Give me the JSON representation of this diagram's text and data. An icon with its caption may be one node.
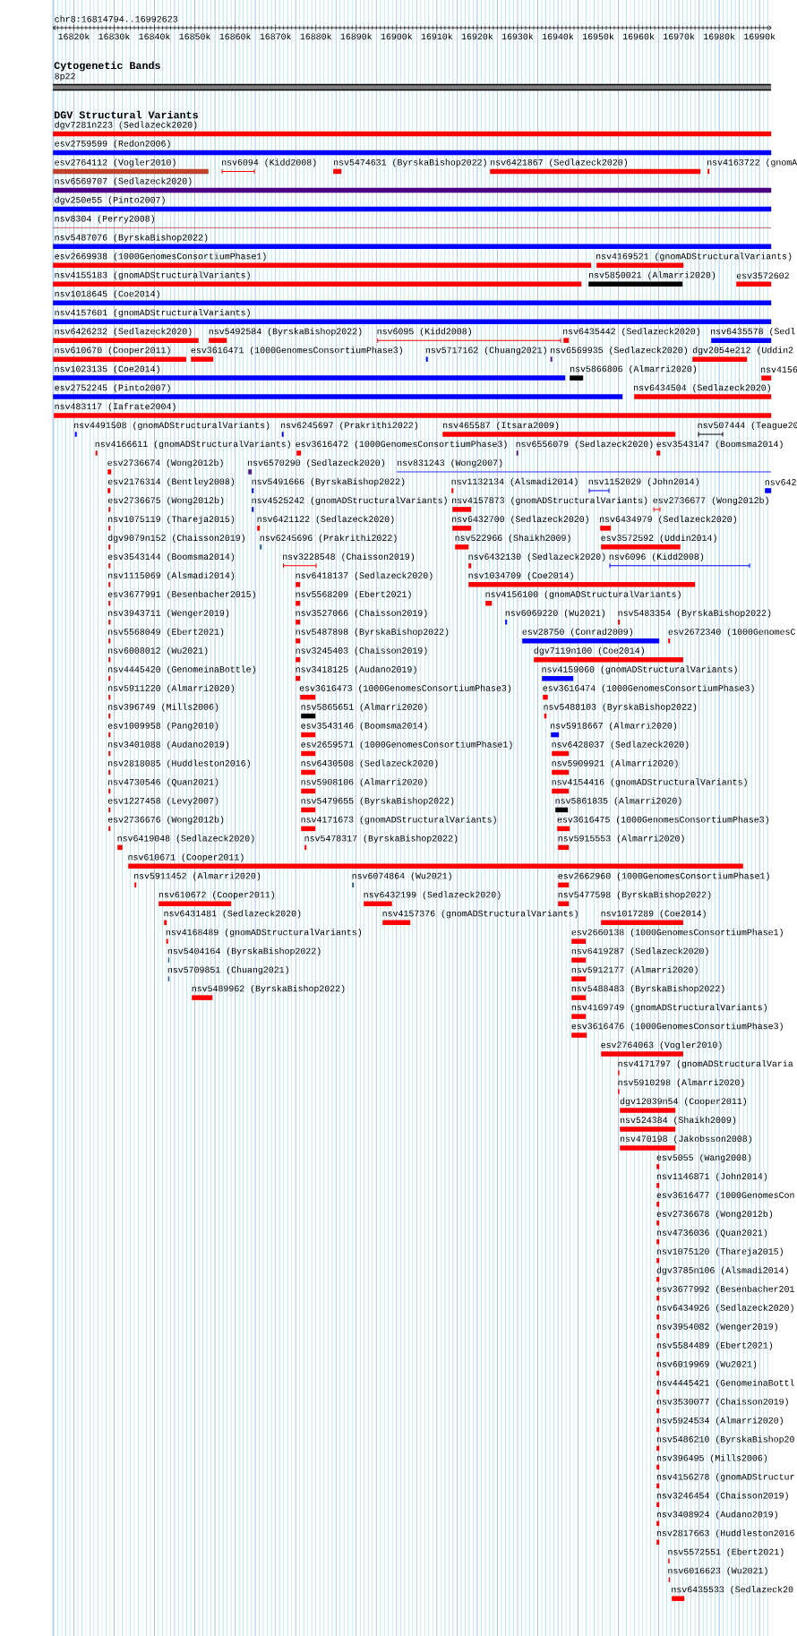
{
  "diagram": {
    "nodes": [
      {
        "text": [],
        "shape": "bar",
        "beside": [
          "8p22"
        ]
      },
      {
        "text": [],
        "shape": "bar",
        "beside": [
          "dgv7281n223 (Sedlazeck2020)"
        ]
      },
      {
        "text": [],
        "shape": "bar",
        "beside": [
          "esv2759599 (Redon2006)"
        ]
      },
      {
        "text": [],
        "shape": "bar",
        "beside": [
          "esv2764112 (Vogler2010)"
        ]
      },
      {
        "text": [],
        "shape": "bar",
        "beside": [
          "nsv6094 (Kidd2008)"
        ]
      },
      {
        "text": [],
        "shape": "bar",
        "beside": [
          "nsv5474631 (ByrskaBishop2022)"
        ]
      },
      {
        "text": [],
        "shape": "bar",
        "beside": [
          "nsv6421867 (Sedlazeck2020)"
        ]
      },
      {
        "text": [],
        "shape": "bar",
        "beside": [
          "nsv4163722 (gnomA"
        ]
      },
      {
        "text": [],
        "shape": "bar",
        "beside": [
          "nsv6569707 (Sedlazeck2020)"
        ]
      },
      {
        "text": [],
        "shape": "bar",
        "beside": [
          "dgv250e55 (Pinto2007)"
        ]
      },
      {
        "text": [],
        "shape": "bar",
        "beside": [
          "nsv8304 (Perry2008)"
        ]
      },
      {
        "text": [],
        "shape": "bar",
        "beside": [
          "nsv5487076 (ByrskaBishop2022)"
        ]
      },
      {
        "text": [],
        "shape": "bar",
        "beside": [
          "esv2669938 (1000GenomesConsortiumPhase1)"
        ]
      },
      {
        "text": [],
        "shape": "bar",
        "beside": [
          "nsv4169521 (gnomADStructuralVariants)"
        ]
      },
      {
        "text": [],
        "shape": "bar",
        "beside": [
          "nsv4155183 (gnomADStructuralVariants)"
        ]
      },
      {
        "text": [],
        "shape": "bar",
        "beside": [
          "nsv5850021 (Almarri2020)"
        ]
      },
      {
        "text": [],
        "shape": "bar",
        "beside": [
          "esv3572602"
        ]
      },
      {
        "text": [],
        "shape": "bar",
        "beside": [
          "nsv1018645 (Coe2014)"
        ]
      },
      {
        "text": [],
        "shape": "bar",
        "beside": [
          "nsv4157601 (gnomADStructuralVariants)"
        ]
      },
      {
        "text": [],
        "shape": "bar",
        "beside": [
          "nsv6426232 (Sedlazeck2020)"
        ]
      },
      {
        "text": [],
        "shape": "bar",
        "beside": [
          "nsv5492584 (ByrskaBishop2022)"
        ]
      },
      {
        "text": [],
        "shape": "bar",
        "beside": [
          "nsv6095 (Kidd2008)"
        ]
      },
      {
        "text": [],
        "shape": "bar",
        "beside": [
          "nsv6435442 (Sedlazeck2020)"
        ]
      },
      {
        "text": [],
        "shape": "bar",
        "beside": [
          "nsv6435578 (Sedl"
        ]
      },
      {
        "text": [],
        "shape": "bar",
        "beside": [
          "nsv610670 (Cooper2011)"
        ]
      },
      {
        "text": [],
        "shape": "bar",
        "beside": [
          "esv3616471 (1000GenomesConsortiumPhase3)"
        ]
      },
      {
        "text": [],
        "shape": "bar",
        "beside": [
          "nsv5717162 (Chuang2021)"
        ]
      },
      {
        "text": [],
        "shape": "bar",
        "beside": [
          "nsv6569935 (Sedlazeck2020)"
        ]
      },
      {
        "text": [],
        "shape": "bar",
        "beside": [
          "dgv2054e212 (Uddin2"
        ]
      },
      {
        "text": [],
        "shape": "bar",
        "beside": [
          "nsv1023135 (Coe2014)"
        ]
      },
      {
        "text": [],
        "shape": "bar",
        "beside": [
          "nsv5866806 (Almarri2020)"
        ]
      },
      {
        "text": [],
        "shape": "bar",
        "beside": [
          "nsv4156"
        ]
      },
      {
        "text": [],
        "shape": "bar",
        "beside": [
          "esv2752245 (Pinto2007)"
        ]
      },
      {
        "text": [],
        "shape": "bar",
        "beside": [
          "nsv6434504 (Sedlazeck2020)"
        ]
      },
      {
        "text": [],
        "shape": "bar",
        "beside": [
          "nsv483117 (Iafrate2004)"
        ]
      },
      {
        "text": [],
        "shape": "bar",
        "beside": [
          "nsv4491508 (gnomADStructuralVariants)"
        ]
      },
      {
        "text": [],
        "shape": "bar",
        "beside": [
          "nsv6245697 (Prakrithi2022)"
        ]
      },
      {
        "text": [],
        "shape": "bar",
        "beside": [
          "nsv465587 (Itsara2009)"
        ]
      },
      {
        "text": [],
        "shape": "bar",
        "beside": [
          "nsv507444 (Teague20"
        ]
      },
      {
        "text": [],
        "shape": "bar",
        "beside": [
          "nsv4166611 (gnomADStructuralVariants)"
        ]
      },
      {
        "text": [],
        "shape": "bar",
        "beside": [
          "esv3616472 (1000GenomesConsortiumPhase3)"
        ]
      },
      {
        "text": [],
        "shape": "bar",
        "beside": [
          "nsv6556079 (Sedlazeck2020)"
        ]
      },
      {
        "text": [],
        "shape": "bar",
        "beside": [
          "esv3543147 (Boomsma2014)"
        ]
      },
      {
        "text": [],
        "shape": "bar",
        "beside": [
          "esv2736674 (Wong2012b)"
        ]
      },
      {
        "text": [],
        "shape": "bar",
        "beside": [
          "nsv6570290 (Sedlazeck2020)"
        ]
      },
      {
        "text": [],
        "shape": "bar",
        "beside": [
          "nsv831243 (Wong2007)"
        ]
      },
      {
        "text": [],
        "shape": "bar",
        "beside": [
          "esv2176314 (Bentley2008)"
        ]
      },
      {
        "text": [],
        "shape": "bar",
        "beside": [
          "nsv5491666 (ByrskaBishop2022)"
        ]
      },
      {
        "text": [],
        "shape": "bar",
        "beside": [
          "nsv1132134 (Alsmadi2014)"
        ]
      },
      {
        "text": [],
        "shape": "bar",
        "beside": [
          "nsv1152029 (John2014)"
        ]
      },
      {
        "text": [],
        "shape": "bar",
        "beside": [
          "nsv642"
        ]
      },
      {
        "text": [],
        "shape": "bar",
        "beside": [
          "esv2736675 (Wong2012b)"
        ]
      },
      {
        "text": [],
        "shape": "bar",
        "beside": [
          "nsv4525242 (gnomADStructuralVariants)"
        ]
      },
      {
        "text": [],
        "shape": "bar",
        "beside": [
          "nsv4157873 (gnomADStructuralVariants)"
        ]
      },
      {
        "text": [],
        "shape": "bar",
        "beside": [
          "esv2736677 (Wong2012b)"
        ]
      },
      {
        "text": [],
        "shape": "bar",
        "beside": [
          "nsv1075119 (Thareja2015)"
        ]
      },
      {
        "text": [],
        "shape": "bar",
        "beside": [
          "nsv6421122 (Sedlazeck2020)"
        ]
      },
      {
        "text": [],
        "shape": "bar",
        "beside": [
          "nsv6432700 (Sedlazeck2020)"
        ]
      },
      {
        "text": [],
        "shape": "bar",
        "beside": [
          "nsv6434979 (Sedlazeck2020)"
        ]
      },
      {
        "text": [],
        "shape": "bar",
        "beside": [
          "dgv9079n152 (Chaisson2019)"
        ]
      },
      {
        "text": [],
        "shape": "bar",
        "beside": [
          "nsv6245696 (Prakrithi2022)"
        ]
      },
      {
        "text": [],
        "shape": "bar",
        "beside": [
          "nsv522966 (Shaikh2009)"
        ]
      },
      {
        "text": [],
        "shape": "bar",
        "beside": [
          "esv3572592 (Uddin2014)"
        ]
      },
      {
        "text": [],
        "shape": "bar",
        "beside": [
          "esv3543144 (Boomsma2014)"
        ]
      },
      {
        "text": [],
        "shape": "bar",
        "beside": [
          "nsv3228548 (Chaisson2019)"
        ]
      },
      {
        "text": [],
        "shape": "bar",
        "beside": [
          "nsv6432130 (Sedlazeck2020)"
        ]
      },
      {
        "text": [],
        "shape": "bar",
        "beside": [
          "nsv6096 (Kidd2008)"
        ]
      },
      {
        "text": [],
        "shape": "bar",
        "beside": [
          "nsv1115069 (Alsmadi2014)"
        ]
      },
      {
        "text": [],
        "shape": "bar",
        "beside": [
          "nsv6418137 (Sedlazeck2020)"
        ]
      },
      {
        "text": [],
        "shape": "bar",
        "beside": [
          "nsv1034709 (Coe2014)"
        ]
      },
      {
        "text": [],
        "shape": "bar",
        "beside": [
          "esv3677991 (Besenbacher2015)"
        ]
      },
      {
        "text": [],
        "shape": "bar",
        "beside": [
          "nsv5568209 (Ebert2021)"
        ]
      },
      {
        "text": [],
        "shape": "bar",
        "beside": [
          "nsv4156100 (gnomADStructuralVariants)"
        ]
      },
      {
        "text": [],
        "shape": "bar",
        "beside": [
          "nsv3943711 (Wenger2019)"
        ]
      },
      {
        "text": [],
        "shape": "bar",
        "beside": [
          "nsv3527066 (Chaisson2019)"
        ]
      },
      {
        "text": [],
        "shape": "bar",
        "beside": [
          "nsv6069220 (Wu2021)"
        ]
      },
      {
        "text": [],
        "shape": "bar",
        "beside": [
          "nsv5483354 (ByrskaBishop2022)"
        ]
      },
      {
        "text": [],
        "shape": "bar",
        "beside": [
          "nsv5568049 (Ebert2021)"
        ]
      },
      {
        "text": [],
        "shape": "bar",
        "beside": [
          "nsv5487898 (ByrskaBishop2022)"
        ]
      },
      {
        "text": [],
        "shape": "bar",
        "beside": [
          "esv28750 (Conrad2009)"
        ]
      },
      {
        "text": [],
        "shape": "bar",
        "beside": [
          "esv2672340 (1000GenomesC"
        ]
      },
      {
        "text": [],
        "shape": "bar",
        "beside": [
          "nsv6008012 (Wu2021)"
        ]
      },
      {
        "text": [],
        "shape": "bar",
        "beside": [
          "nsv3245403 (Chaisson2019)"
        ]
      },
      {
        "text": [],
        "shape": "bar",
        "beside": [
          "dgv7119n100 (Coe2014)"
        ]
      },
      {
        "text": [],
        "shape": "bar",
        "beside": [
          "nsv4445420 (GenomeinaBottle)"
        ]
      },
      {
        "text": [],
        "shape": "bar",
        "beside": [
          "nsv3418125 (Audano2019)"
        ]
      },
      {
        "text": [],
        "shape": "bar",
        "beside": [
          "nsv4159060 (gnomADStructuralVariants)"
        ]
      },
      {
        "text": [],
        "shape": "bar",
        "beside": [
          "nsv5911220 (Almarri2020)"
        ]
      },
      {
        "text": [],
        "shape": "bar",
        "beside": [
          "esv3616473 (1000GenomesConsortiumPhase3)"
        ]
      },
      {
        "text": [],
        "shape": "bar",
        "beside": [
          "esv3616474 (1000GenomesConsortiumPhase3)"
        ]
      },
      {
        "text": [],
        "shape": "bar",
        "beside": [
          "nsv396749 (Mills2006)"
        ]
      },
      {
        "text": [],
        "shape": "bar",
        "beside": [
          "nsv5865651 (Almarri2020)"
        ]
      },
      {
        "text": [],
        "shape": "bar",
        "beside": [
          "nsv5488103 (ByrskaBishop2022)"
        ]
      },
      {
        "text": [],
        "shape": "bar",
        "beside": [
          "esv1009958 (Pang2010)"
        ]
      },
      {
        "text": [],
        "shape": "bar",
        "beside": [
          "esv3543146 (Boomsma2014)"
        ]
      },
      {
        "text": [],
        "shape": "bar",
        "beside": [
          "nsv5918667 (Almarri2020)"
        ]
      },
      {
        "text": [],
        "shape": "bar",
        "beside": [
          "nsv3401088 (Audano2019)"
        ]
      },
      {
        "text": [],
        "shape": "bar",
        "beside": [
          "esv2659571 (1000GenomesConsortiumPhase1)"
        ]
      },
      {
        "text": [],
        "shape": "bar",
        "beside": [
          "nsv6428037 (Sedlazeck2020)"
        ]
      },
      {
        "text": [],
        "shape": "bar",
        "beside": [
          "nsv2818085 (Huddleston2016)"
        ]
      },
      {
        "text": [],
        "shape": "bar",
        "beside": [
          "nsv6430508 (Sedlazeck2020)"
        ]
      },
      {
        "text": [],
        "shape": "bar",
        "beside": [
          "nsv5909921 (Almarri2020)"
        ]
      },
      {
        "text": [],
        "shape": "bar",
        "beside": [
          "nsv4730546 (Quan2021)"
        ]
      },
      {
        "text": [],
        "shape": "bar",
        "beside": [
          "nsv5908106 (Almarri2020)"
        ]
      },
      {
        "text": [],
        "shape": "bar",
        "beside": [
          "nsv4154416 (gnomADStructuralVariants)"
        ]
      },
      {
        "text": [],
        "shape": "bar",
        "beside": [
          "esv1227458 (Levy2007)"
        ]
      },
      {
        "text": [],
        "shape": "bar",
        "beside": [
          "nsv5479655 (ByrskaBishop2022)"
        ]
      },
      {
        "text": [],
        "shape": "bar",
        "beside": [
          "nsv5861835 (Almarri2020)"
        ]
      },
      {
        "text": [],
        "shape": "bar",
        "beside": [
          "esv2736676 (Wong2012b)"
        ]
      },
      {
        "text": [],
        "shape": "bar",
        "beside": [
          "nsv4171673 (gnomADStructuralVariants)"
        ]
      },
      {
        "text": [],
        "shape": "bar",
        "beside": [
          "esv3616475 (1000GenomesConsortiumPhase3)"
        ]
      },
      {
        "text": [],
        "shape": "bar",
        "beside": [
          "nsv6419048 (Sedlazeck2020)"
        ]
      },
      {
        "text": [],
        "shape": "bar",
        "beside": [
          "nsv5478317 (ByrskaBishop2022)"
        ]
      },
      {
        "text": [],
        "shape": "bar",
        "beside": [
          "nsv5915553 (Almarri2020)"
        ]
      },
      {
        "text": [],
        "shape": "bar",
        "beside": [
          "nsv610671 (Cooper2011)"
        ]
      },
      {
        "text": [],
        "shape": "bar",
        "beside": [
          "nsv5911452 (Almarri2020)"
        ]
      },
      {
        "text": [],
        "shape": "bar",
        "beside": [
          "nsv6074864 (Wu2021)"
        ]
      },
      {
        "text": [],
        "shape": "bar",
        "beside": [
          "esv2662960 (1000GenomesConsortiumPhase1)"
        ]
      },
      {
        "text": [],
        "shape": "bar",
        "beside": [
          "nsv610672 (Cooper2011)"
        ]
      },
      {
        "text": [],
        "shape": "bar",
        "beside": [
          "nsv6432199 (Sedlazeck2020)"
        ]
      },
      {
        "text": [],
        "shape": "bar",
        "beside": [
          "nsv5477598 (ByrskaBishop2022)"
        ]
      },
      {
        "text": [],
        "shape": "bar",
        "beside": [
          "nsv6431481 (Sedlazeck2020)"
        ]
      },
      {
        "text": [],
        "shape": "bar",
        "beside": [
          "nsv4157376 (gnomADStructuralVariants)"
        ]
      },
      {
        "text": [],
        "shape": "bar",
        "beside": [
          "nsv1017289 (Coe2014)"
        ]
      },
      {
        "text": [],
        "shape": "bar",
        "beside": [
          "nsv4168489 (gnomADStructuralVariants)"
        ]
      },
      {
        "text": [],
        "shape": "bar",
        "beside": [
          "esv2660138 (1000GenomesConsortiumPhase1)"
        ]
      },
      {
        "text": [],
        "shape": "bar",
        "beside": [
          "nsv5404164 (ByrskaBishop2022)"
        ]
      },
      {
        "text": [],
        "shape": "bar",
        "beside": [
          "nsv6419287 (Sedlazeck2020)"
        ]
      },
      {
        "text": [],
        "shape": "bar",
        "beside": [
          "nsv5709851 (Chuang2021)"
        ]
      },
      {
        "text": [],
        "shape": "bar",
        "beside": [
          "nsv5912177 (Almarri2020)"
        ]
      },
      {
        "text": [],
        "shape": "bar",
        "beside": [
          "nsv5489962 (ByrskaBishop2022)"
        ]
      },
      {
        "text": [],
        "shape": "bar",
        "beside": [
          "nsv5488483 (ByrskaBishop2022)"
        ]
      },
      {
        "text": [],
        "shape": "bar",
        "beside": [
          "nsv4169749 (gnomADStructuralVariants)"
        ]
      },
      {
        "text": [],
        "shape": "bar",
        "beside": [
          "esv3616476 (1000GenomesConsortiumPhase3)"
        ]
      },
      {
        "text": [],
        "shape": "bar",
        "beside": [
          "esv2764063 (Vogler2010)"
        ]
      },
      {
        "text": [],
        "shape": "bar",
        "beside": [
          "nsv4171797 (gnomADStructuralVaria"
        ]
      },
      {
        "text": [],
        "shape": "bar",
        "beside": [
          "nsv5910298 (Almarri2020)"
        ]
      },
      {
        "text": [],
        "shape": "bar",
        "beside": [
          "dgv12039n54 (Cooper2011)"
        ]
      },
      {
        "text": [],
        "shape": "bar",
        "beside": [
          "nsv524384 (Shaikh2009)"
        ]
      },
      {
        "text": [],
        "shape": "bar",
        "beside": [
          "nsv470198 (Jakobsson2008)"
        ]
      },
      {
        "text": [],
        "shape": "bar",
        "beside": [
          "esv5055 (Wang2008)"
        ]
      },
      {
        "text": [],
        "shape": "bar",
        "beside": [
          "nsv1146871 (John2014)"
        ]
      },
      {
        "text": [],
        "shape": "bar",
        "beside": [
          "esv3616477 (1000GenomesCon"
        ]
      },
      {
        "text": [],
        "shape": "bar",
        "beside": [
          "esv2736678 (Wong2012b)"
        ]
      },
      {
        "text": [],
        "shape": "bar",
        "beside": [
          "nsv4736036 (Quan2021)"
        ]
      },
      {
        "text": [],
        "shape": "bar",
        "beside": [
          "nsv1075120 (Thareja2015)"
        ]
      },
      {
        "text": [],
        "shape": "bar",
        "beside": [
          "dgv3785n106 (Alsmadi2014)"
        ]
      },
      {
        "text": [],
        "shape": "bar",
        "beside": [
          "esv3677992 (Besenbacher201"
        ]
      },
      {
        "text": [],
        "shape": "bar",
        "beside": [
          "nsv6434926 (Sedlazeck2020)"
        ]
      },
      {
        "text": [],
        "shape": "bar",
        "beside": [
          "nsv3954082 (Wenger2019)"
        ]
      },
      {
        "text": [],
        "shape": "bar",
        "beside": [
          "nsv5584489 (Ebert2021)"
        ]
      },
      {
        "text": [],
        "shape": "bar",
        "beside": [
          "nsv6019969 (Wu2021)"
        ]
      },
      {
        "text": [],
        "shape": "bar",
        "beside": [
          "nsv4445421 (GenomeinaBottl"
        ]
      },
      {
        "text": [],
        "shape": "bar",
        "beside": [
          "nsv3530077 (Chaisson2019)"
        ]
      },
      {
        "text": [],
        "shape": "bar",
        "beside": [
          "nsv5924534 (Almarri2020)"
        ]
      },
      {
        "text": [],
        "shape": "bar",
        "beside": [
          "nsv5486210 (ByrskaBishop20"
        ]
      },
      {
        "text": [],
        "shape": "bar",
        "beside": [
          "nsv396495 (Mills2006)"
        ]
      },
      {
        "text": [],
        "shape": "bar",
        "beside": [
          "nsv4156278 (gnomADStructur"
        ]
      },
      {
        "text": [],
        "shape": "bar",
        "beside": [
          "nsv3246454 (Chaisson2019)"
        ]
      },
      {
        "text": [],
        "shape": "bar",
        "beside": [
          "nsv3408924 (Audano2019)"
        ]
      },
      {
        "text": [],
        "shape": "bar",
        "beside": [
          "nsv2817663 (Huddleston2016"
        ]
      },
      {
        "text": [],
        "shape": "bar",
        "beside": [
          "nsv5572551 (Ebert2021)"
        ]
      },
      {
        "text": [],
        "shape": "bar",
        "beside": [
          "nsv6016623 (Wu2021)"
        ]
      },
      {
        "text": [],
        "shape": "bar",
        "beside": [
          "nsv6435533 (Sedlazeck20"
        ]
      }
    ],
    "labels": [
      "chr8:16814794..16992623",
      "16820k",
      "16830k",
      "16840k",
      "16850k",
      "16860k",
      "16870k",
      "16880k",
      "16890k",
      "16900k",
      "16910k",
      "16920k",
      "16930k",
      "16940k",
      "16950k",
      "16960k",
      "16970k",
      "16980k",
      "16990k",
      "Cytogenetic Bands",
      "DGV Structural Variants"
    ]
  }
}
